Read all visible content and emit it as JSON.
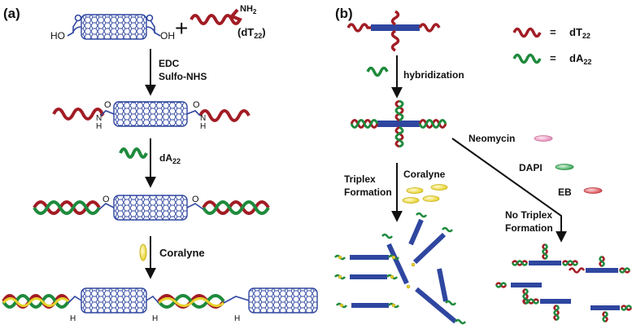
{
  "panel_a": {
    "label": "(a)",
    "cooh_left": "HO",
    "cooh_right": "OH",
    "amine": "NH",
    "amine_sub": "2",
    "dt22_label": "(dT",
    "dt22_sub": "22",
    "dt22_close": ")",
    "plus": "+",
    "reagent_line1": "EDC",
    "reagent_line2": "Sulfo-NHS",
    "dA_label": "dA",
    "dA_sub": "22",
    "coralyne_label": "Coralyne",
    "amide_o": "O",
    "amide_h": "H",
    "amide_n": "N"
  },
  "panel_b": {
    "label": "(b)",
    "hybridization_label": "hybridization",
    "legend_dT_eq": "=",
    "legend_dT_text": "dT",
    "legend_dT_sub": "22",
    "legend_dA_eq": "=",
    "legend_dA_text": "dA",
    "legend_dA_sub": "22",
    "neomycin_label": "Neomycin",
    "dapi_label": "DAPI",
    "eb_label": "EB",
    "triplex_line1": "Triplex",
    "triplex_line2": "Formation",
    "coralyne_label": "Coralyne",
    "no_triplex_line1": "No Triplex",
    "no_triplex_line2": "Formation"
  },
  "colors": {
    "nanotube_blue": "#2f46a0",
    "dT_red": "#a21c24",
    "dA_green": "#1e8a3c",
    "coralyne_yellow": "#e7d12b",
    "neomycin_pink": "#e58ab6",
    "dapi_green": "#3aa856",
    "eb_red": "#d94c52",
    "text": "#111111"
  }
}
